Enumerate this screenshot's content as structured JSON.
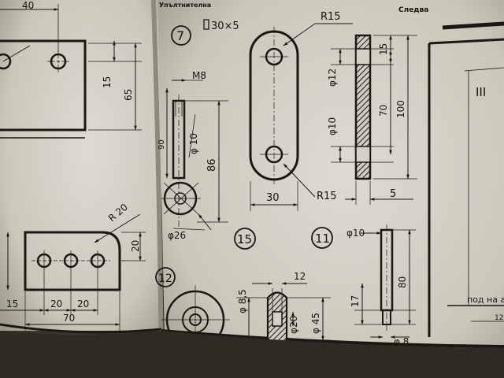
{
  "header": {
    "left_text": "Упълтнителна",
    "right_text": "Следва"
  },
  "left_page": {
    "dim_40": "40",
    "dim_15": "15",
    "dim_65": "65",
    "dim_r20": "R 20",
    "dim_20_side": "20",
    "dim_15_bottom": "15",
    "dim_20_a": "20",
    "dim_20_b": "20",
    "dim_70": "70"
  },
  "fig7": {
    "number": "7",
    "stock": "30×5",
    "r15_top": "R15",
    "r15_bottom": "R15",
    "width_30": "30",
    "dim_15": "15",
    "dim_70": "70",
    "dim_100": "100",
    "phi_12": "φ12",
    "phi_10": "φ10",
    "thickness_5": "5"
  },
  "fig_m8": {
    "thread": "M8",
    "dim_90": "90",
    "phi_10": "φ 10",
    "dim_86": "86",
    "phi_26": "φ26"
  },
  "fig15": {
    "number": "15"
  },
  "fig11": {
    "number": "11",
    "phi_10": "φ10",
    "dim_80": "80",
    "dim_17": "17",
    "phi_8": "φ 8"
  },
  "fig12": {
    "number": "12",
    "phi_8_5": "φ 8,5",
    "dim_12": "12",
    "phi_20": "φ20",
    "phi_45": "φ 45"
  },
  "fig_iii": {
    "roman": "III",
    "caption": "под на а",
    "dim_120": "12"
  }
}
